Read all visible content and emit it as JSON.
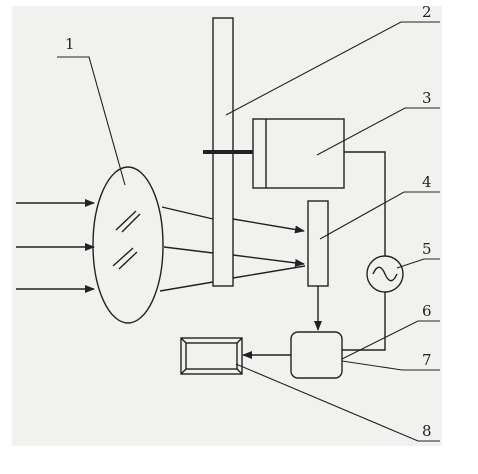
{
  "labels": {
    "lens": "1",
    "disc": "2",
    "motor": "3",
    "detector": "4",
    "oscillator": "5",
    "processor": "6",
    "connection": "7",
    "display": "8"
  },
  "colors": {
    "paper": "#f1f1ef",
    "ink": "#222222"
  }
}
